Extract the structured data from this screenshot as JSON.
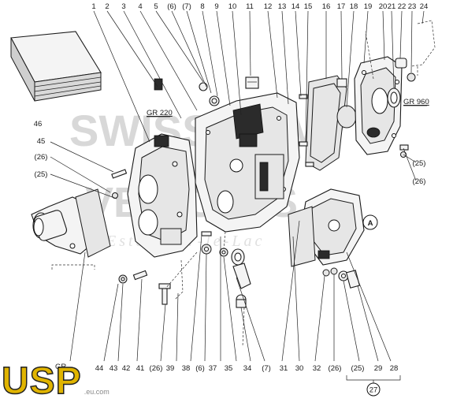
{
  "watermark": {
    "line1": "SWISS ARMY",
    "line2": "VEHICLES",
    "line3": "Estavayer-le-Lac"
  },
  "logo": {
    "main": "USP",
    "sub": ".eu.com"
  },
  "callouts_top": [
    "1",
    "2",
    "3",
    "4",
    "5",
    "(6)",
    "(7)",
    "8",
    "9",
    "10",
    "11",
    "12",
    "13",
    "14",
    "15",
    "16",
    "17",
    "18",
    "19",
    "20",
    "21",
    "22",
    "23",
    "24"
  ],
  "callouts_bottom": [
    "44",
    "43",
    "42",
    "41",
    "(26)",
    "39",
    "38",
    "(6)",
    "37",
    "35",
    "34",
    "(7)",
    "31",
    "30",
    "32",
    "(26)",
    "(25)",
    "29",
    "28"
  ],
  "callouts_left": {
    "p46": "46",
    "p45": "45",
    "p26": "(26)",
    "p25": "(25)"
  },
  "callouts_right": {
    "p25": "(25)",
    "p26": "(26)"
  },
  "group_refs": {
    "gr220": "GR 220",
    "gr960": "GR 960",
    "gr_bottom": "GR ..."
  },
  "assembly_ref": {
    "marker": "A",
    "group": "27"
  }
}
